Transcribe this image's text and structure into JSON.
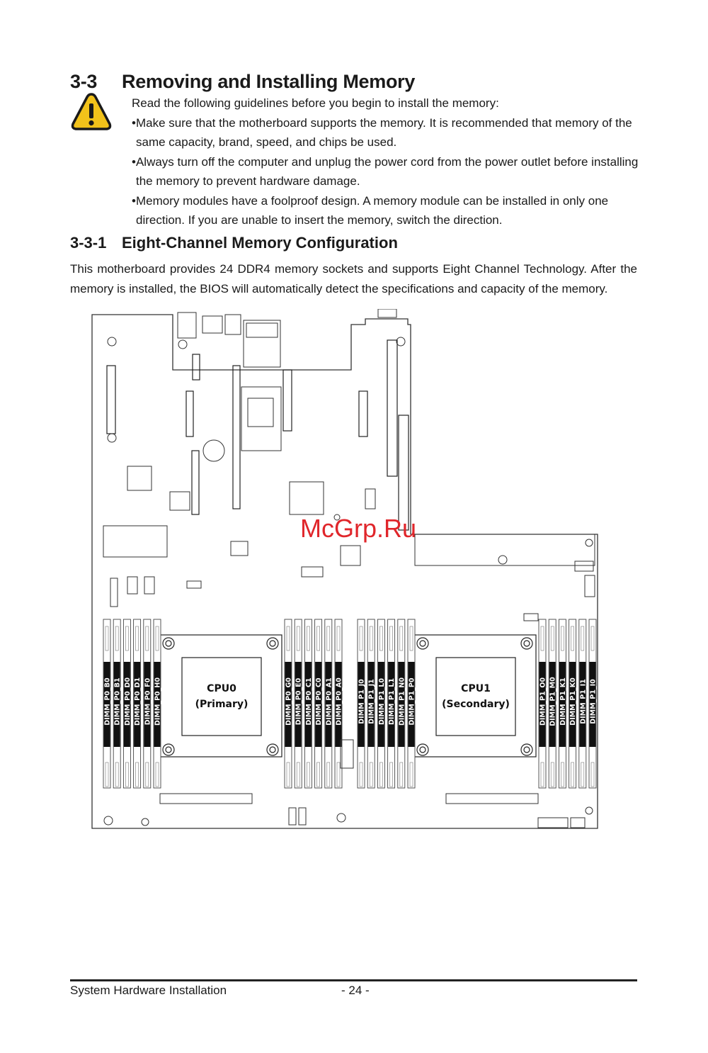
{
  "section": {
    "number": "3-3",
    "title": "Removing and Installing Memory"
  },
  "warning_icon": "warning-triangle-icon",
  "guidelines": {
    "intro": "Read the following guidelines before you begin to install the memory:",
    "bullets": [
      "•Make sure that the motherboard supports the memory. It is recommended that memory of the same capacity, brand, speed, and chips be used.",
      "•Always turn off the computer and unplug the power cord from the power outlet before installing the memory to prevent hardware damage.",
      "•Memory modules have a foolproof design. A memory module can be installed in only one direction. If you are unable to insert the memory, switch the direction."
    ]
  },
  "subsection": {
    "number": "3-3-1",
    "title": "Eight-Channel Memory Configuration"
  },
  "intro_text": "This motherboard provides 24 DDR4 memory sockets and supports Eight Channel Technology. After the memory is installed, the BIOS will automatically detect the specifications and capacity of the memory.",
  "diagram": {
    "watermark": "McGrp.Ru",
    "cpu0": {
      "name": "CPU0",
      "role": "(Primary)"
    },
    "cpu1": {
      "name": "CPU1",
      "role": "(Secondary)"
    },
    "dimm_groups": [
      [
        "DIMM_P0_B0",
        "DIMM_P0_B1",
        "DIMM_P0_D0",
        "DIMM_P0_D1",
        "DIMM_P0_F0",
        "DIMM_P0_H0"
      ],
      [
        "DIMM_P0_G0",
        "DIMM_P0_E0",
        "DIMM_P0_C1",
        "DIMM_P0_C0",
        "DIMM_P0_A1",
        "DIMM_P0_A0"
      ],
      [
        "DIMM_P1_J0",
        "DIMM_P1_J1",
        "DIMM_P1_L0",
        "DIMM_P1_L1",
        "DIMM_P1_N0",
        "DIMM_P1_P0"
      ],
      [
        "DIMM_P1_O0",
        "DIMM_P1_M0",
        "DIMM_P1_K1",
        "DIMM_P1_K0",
        "DIMM_P1_I1",
        "DIMM_P1_I0"
      ]
    ]
  },
  "footer": {
    "left": "System Hardware Installation",
    "page": "- 24 -"
  }
}
